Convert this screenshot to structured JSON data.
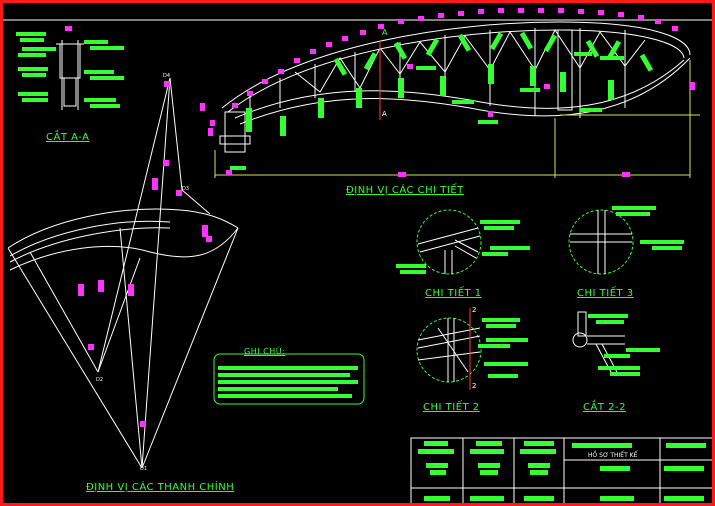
{
  "labels": {
    "section_aa": "CẮT A-A",
    "locate_details": "ĐỊNH VỊ CÁC CHI TIẾT",
    "detail_1": "CHI TIẾT 1",
    "detail_2": "CHI TIẾT 2",
    "detail_3": "CHI TIẾT 3",
    "section_22": "CẮT 2-2",
    "notes_title": "GHI CHÚ:",
    "locate_main_bars": "ĐỊNH VỊ CÁC THANH CHÍNH",
    "titleblock_center": "HỒ SƠ THIẾT KẾ"
  },
  "markers": {
    "a_top": "A",
    "a_bottom": "A",
    "d1": "D1",
    "d2": "D2",
    "d3": "D3",
    "d4": "D4",
    "sec2_top": "2",
    "sec2_bottom": "2"
  },
  "colors": {
    "frame": "#ff1a1a",
    "line": "#ffffff",
    "text_green": "#33ff33",
    "mark_magenta": "#ff33ff",
    "dim_yellow": "#d8e05a"
  }
}
